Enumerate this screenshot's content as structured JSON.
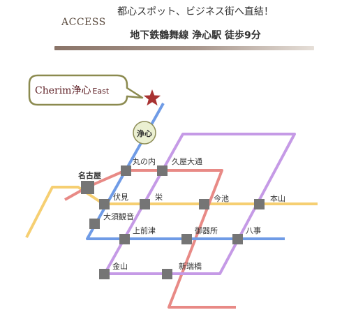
{
  "header": {
    "access": "ACCESS",
    "tagline": "都心スポット、ビジネス街へ直結！",
    "station": "地下鉄鶴舞線 浄心駅 徒歩9分"
  },
  "callout": {
    "main": "Cherim浄心",
    "sub": "East"
  },
  "colors": {
    "blue_line": "#6f9be6",
    "purple_line": "#c59ae6",
    "red_line": "#e88a86",
    "yellow_line": "#f6cf72",
    "station_block": "#757575",
    "star": "#a83232",
    "callout_border": "#8b8a4f"
  },
  "stations": {
    "jyoshin": "浄心",
    "marunouchi": "丸の内",
    "hisaya_odori": "久屋大通",
    "nagoya": "名古屋",
    "fushimi": "伏見",
    "sakae": "栄",
    "imaike": "今池",
    "motoyama": "本山",
    "osu_kannon": "大須観音",
    "kamimaezu": "上前津",
    "gokiso": "御器所",
    "yagoto": "八事",
    "kanayama": "金山",
    "aratamabashi": "新瑞橋"
  }
}
